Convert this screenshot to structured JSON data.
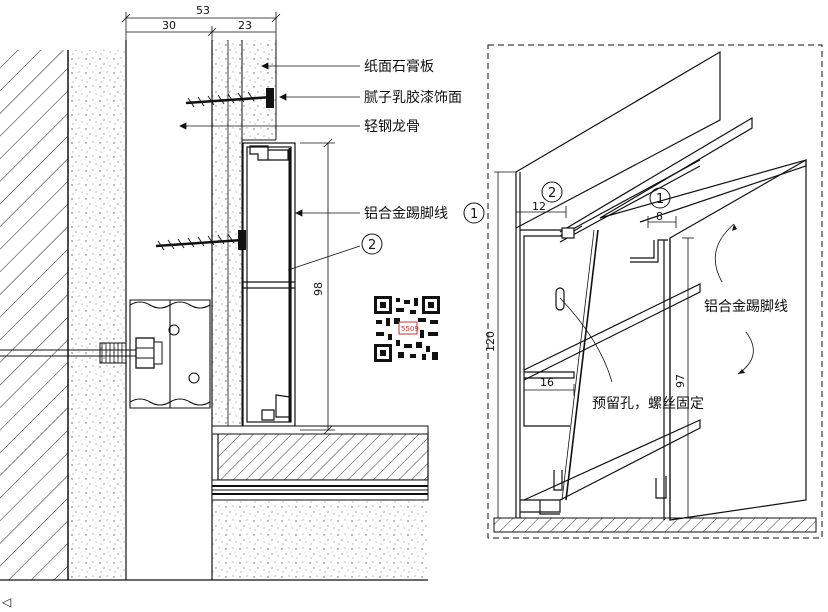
{
  "left_section": {
    "dims": {
      "total": "53",
      "left": "30",
      "right": "23",
      "height": "98"
    },
    "labels": {
      "gypsum_board": "纸面石膏板",
      "putty_paint": "腻子乳胶漆饰面",
      "light_steel_keel": "轻钢龙骨",
      "aluminum_skirting": "铝合金踢脚线"
    },
    "callouts": {
      "one": "1",
      "two": "2"
    }
  },
  "right_section": {
    "dims": {
      "d12": "12",
      "d8": "8",
      "d120": "120",
      "d97": "97",
      "d16": "16"
    },
    "labels": {
      "aluminum_skirting": "铝合金踢脚线",
      "reserved_hole": "预留孔，螺丝固定"
    },
    "callouts": {
      "one": "1",
      "two": "2"
    }
  },
  "qr_code": {
    "caption": "5509"
  }
}
